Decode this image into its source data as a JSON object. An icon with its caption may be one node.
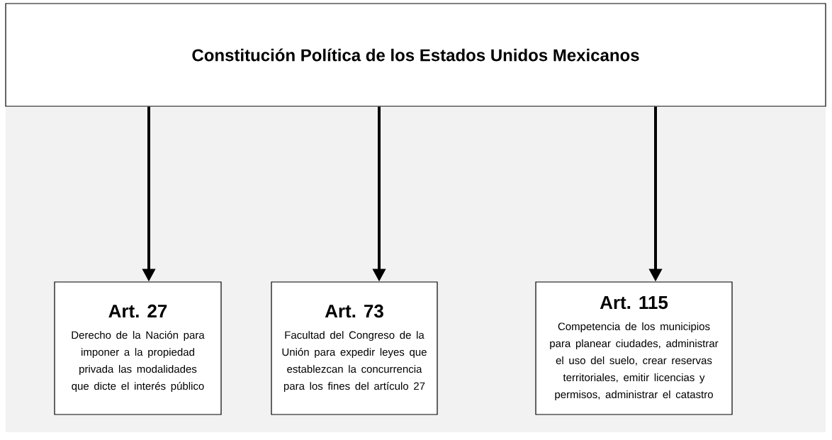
{
  "diagram": {
    "nodes": [
      {
        "text": [
          "Constitución Política de los Estados Unidos Mexicanos"
        ]
      },
      {
        "text": [
          "Art. 27",
          "Derecho de la Nación para imponer a la propiedad privada las modalidades que dicte el interés público"
        ]
      },
      {
        "text": [
          "Art. 73",
          "Facultad del Congreso de la Unión para expedir leyes que establezcan la concurrencia para los fines del artículo 27"
        ]
      },
      {
        "text": [
          "Art. 115",
          "Competencia de los municipios para planear ciudades, administrar el uso del suelo, crear reservas territoriales, emitir licencias y permisos, administrar el catastro"
        ]
      }
    ],
    "edges": [
      {
        "from": 0,
        "to": 1,
        "arrow": "to"
      },
      {
        "from": 0,
        "to": 2,
        "arrow": "to"
      },
      {
        "from": 0,
        "to": 3,
        "arrow": "to"
      }
    ]
  }
}
